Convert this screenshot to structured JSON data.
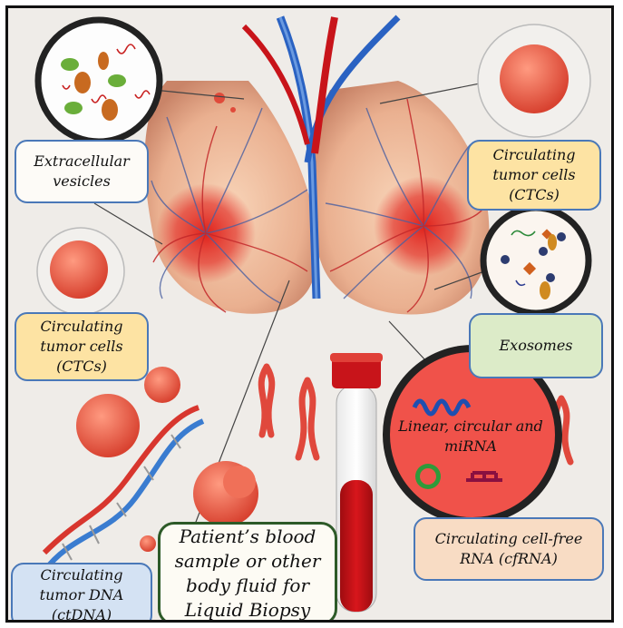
{
  "labels": {
    "extracellular_vesicles": "Extracellular vesicles",
    "ctc_right": "Circulating tumor cells (CTCs)",
    "ctc_left": "Circulating tumor cells (CTCs)",
    "exosomes": "Exosomes",
    "rna_types": "Linear, circular and miRNA",
    "cfrna": "Circulating cell-free RNA (cfRNA)",
    "ctdna": "Circulating tumor DNA (ctDNA)",
    "blood_sample": "Patient’s blood sample or other body fluid for Liquid Biopsy"
  },
  "colors": {
    "label_yellow": "#fde3a3",
    "label_green": "#dcebc8",
    "label_border_blue": "#4a78b8",
    "blood_red": "#c8141a",
    "tumor_red": "#e23a2e"
  }
}
